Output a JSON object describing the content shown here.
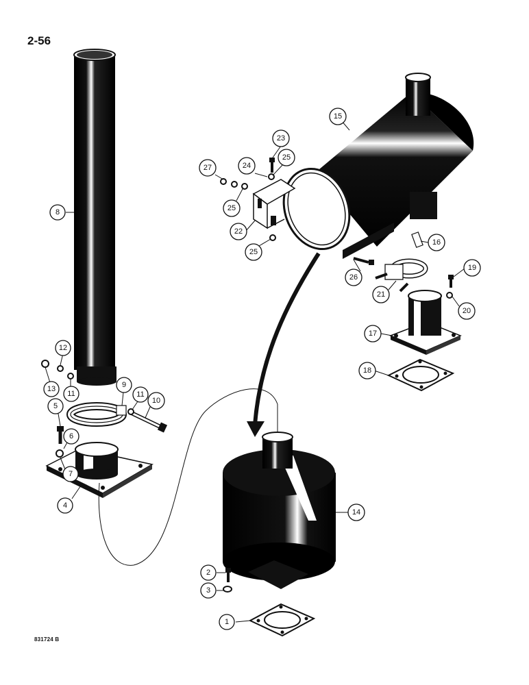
{
  "page": {
    "page_number": "2-56",
    "reference_code": "831724 B"
  },
  "callouts": {
    "c1": "1",
    "c2": "2",
    "c3": "3",
    "c4": "4",
    "c5": "5",
    "c6": "6",
    "c7": "7",
    "c8": "8",
    "c9": "9",
    "c10": "10",
    "c11a": "11",
    "c11b": "11",
    "c12": "12",
    "c13": "13",
    "c14": "14",
    "c15": "15",
    "c16": "16",
    "c17": "17",
    "c18": "18",
    "c19": "19",
    "c20": "20",
    "c21": "21",
    "c22": "22",
    "c23": "23",
    "c24": "24",
    "c25a": "25",
    "c25b": "25",
    "c25c": "25",
    "c26": "26",
    "c27": "27"
  },
  "colors": {
    "ink": "#111111",
    "paper": "#ffffff"
  }
}
